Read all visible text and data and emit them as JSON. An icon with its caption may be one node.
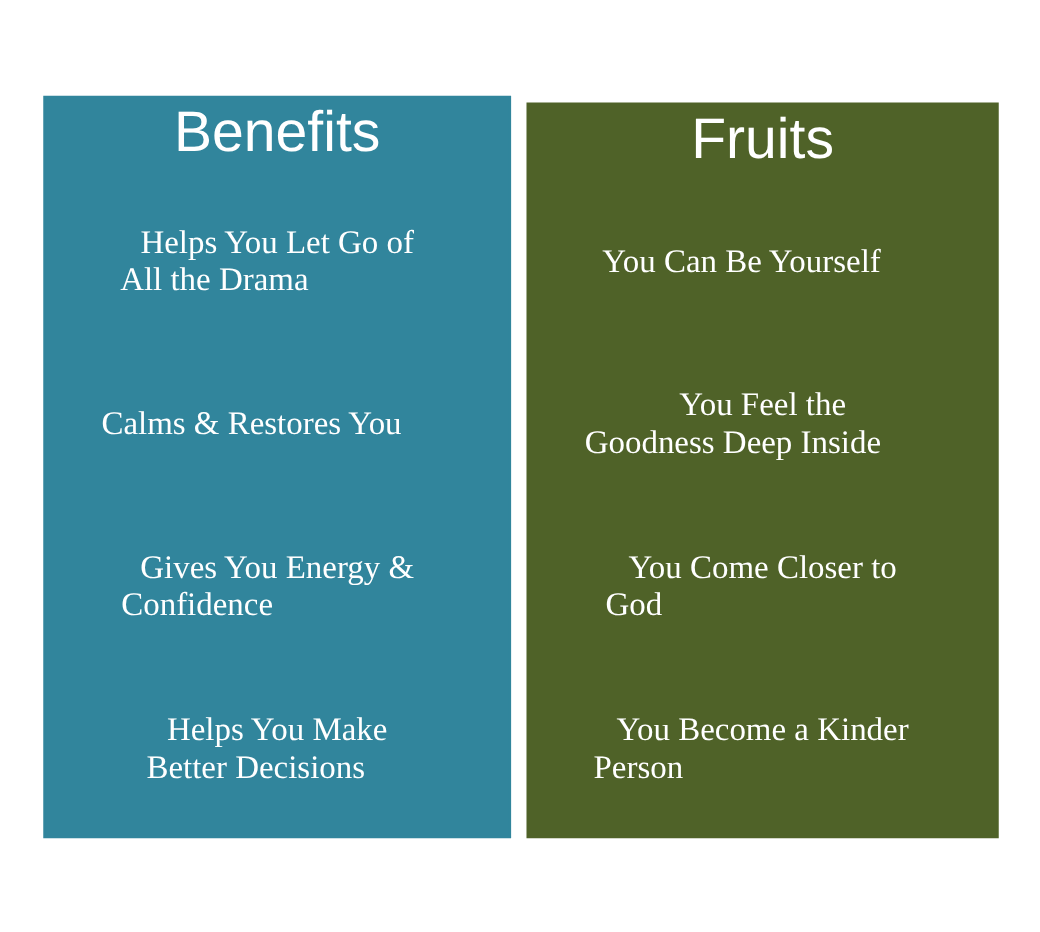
{
  "diagram": {
    "nodes": [
      {
        "text": [
          "Benefits"
        ]
      },
      {
        "text": [
          "Helps You Let Go of All the Drama"
        ],
        "in": 0
      },
      {
        "text": [
          "Calms & Restores You"
        ],
        "in": 0
      },
      {
        "text": [
          "Gives You Energy & Confidence"
        ],
        "in": 0
      },
      {
        "text": [
          "Helps You Make Better Decisions"
        ],
        "in": 0
      },
      {
        "text": [
          "Fruits"
        ]
      },
      {
        "text": [
          "You Can Be Yourself"
        ],
        "in": 5
      },
      {
        "text": [
          "You Feel the Goodness Deep Inside"
        ],
        "in": 5
      },
      {
        "text": [
          "You Come Closer to God"
        ],
        "in": 5
      },
      {
        "text": [
          "You Become a Kinder Person"
        ],
        "in": 5
      }
    ]
  }
}
